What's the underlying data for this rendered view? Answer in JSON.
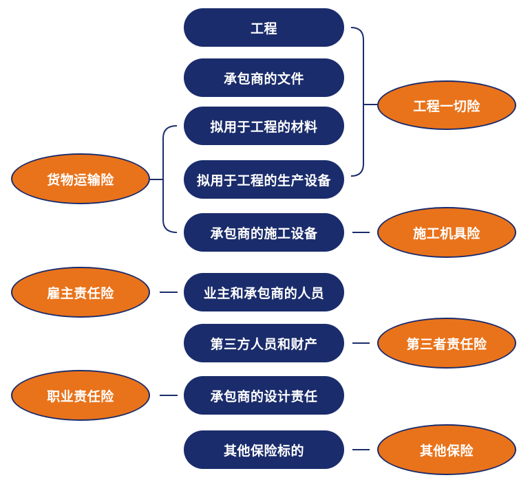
{
  "subjects": [
    "工程",
    "承包商的文件",
    "拟用于工程的材料",
    "拟用于工程的生产设备",
    "承包商的施工设备",
    "业主和承包商的人员",
    "第三方人员和财产",
    "承包商的设计责任",
    "其他保险标的"
  ],
  "insurances": {
    "construction_all_risk": "工程一切险",
    "cargo_transport": "货物运输险",
    "equipment": "施工机具险",
    "employer_liability": "雇主责任险",
    "third_party": "第三者责任险",
    "professional_liability": "职业责任险",
    "other": "其他保险"
  },
  "colors": {
    "box": "#1a2c6b",
    "oval": "#e9731b",
    "line": "#1a2c6b"
  }
}
